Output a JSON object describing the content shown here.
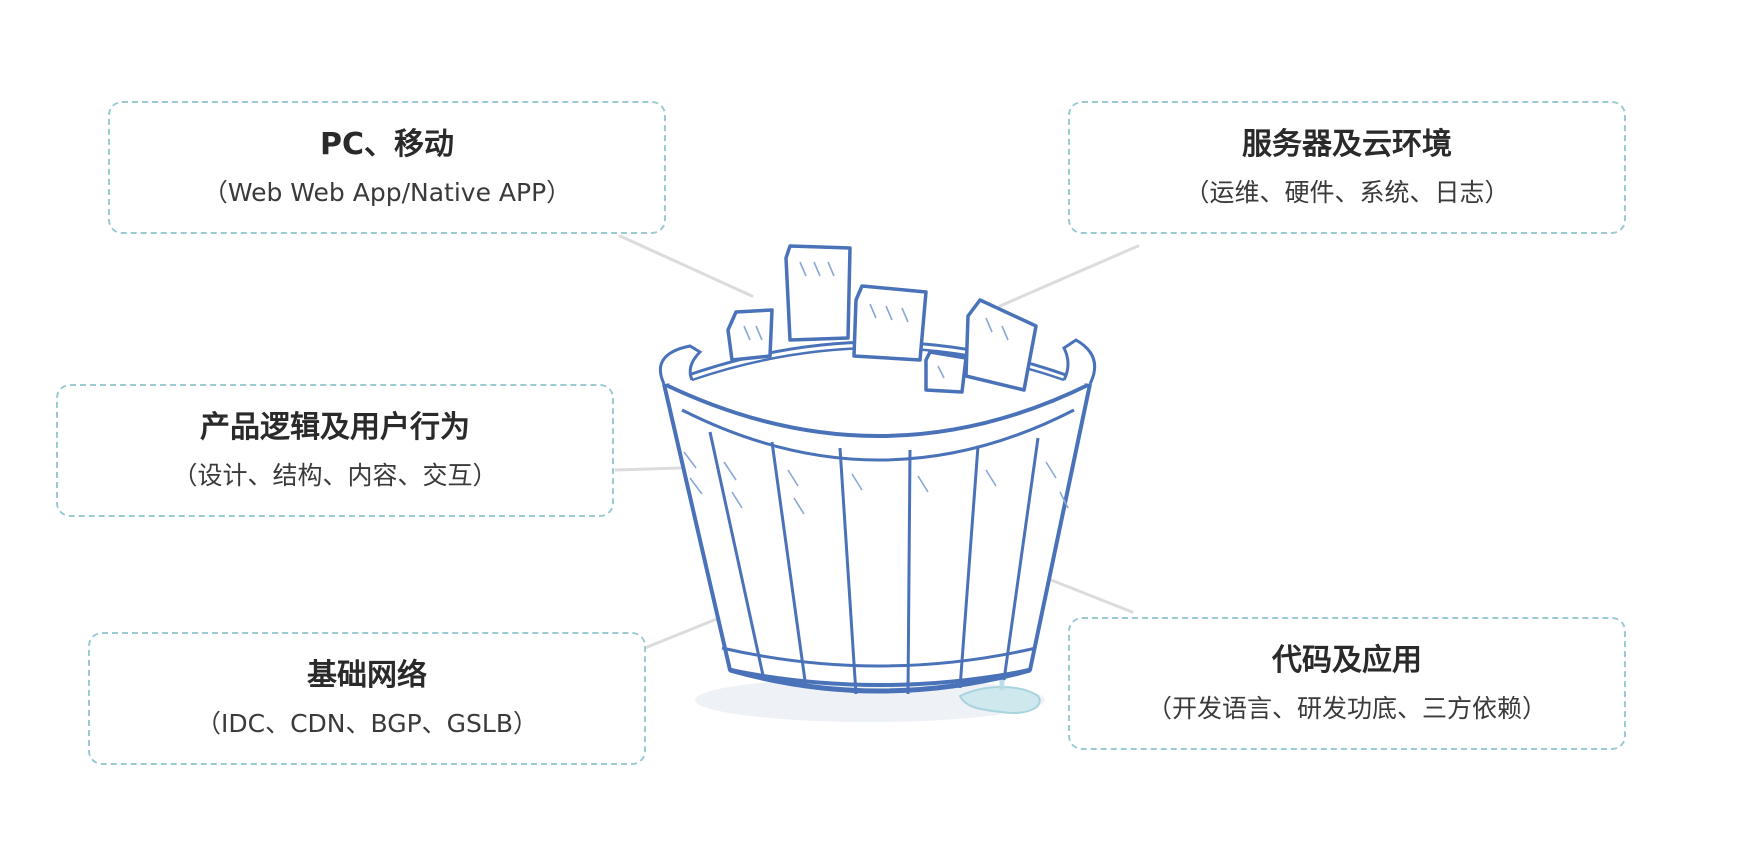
{
  "labels": [
    {
      "id": "top_left",
      "title": "PC、移动",
      "subtitle": "（Web  Web App/Native APP）"
    },
    {
      "id": "top_right",
      "title": "服务器及云环境",
      "subtitle": "（运维、硬件、系统、日志）"
    },
    {
      "id": "mid_left",
      "title": "产品逻辑及用户行为",
      "subtitle": "（设计、结构、内容、交互）"
    },
    {
      "id": "bottom_left",
      "title": "基础网络",
      "subtitle": "（IDC、CDN、BGP、GSLB）"
    },
    {
      "id": "bottom_right",
      "title": "代码及应用",
      "subtitle": "（开发语言、研发功底、三方依赖）"
    }
  ],
  "colors": {
    "box_border": "#9ccad2",
    "bucket_stroke": "#4a72b8",
    "bucket_hatch": "#8aa6d6",
    "water": "#b9dde6",
    "connector": "#dcdcdc"
  },
  "illustration": "wooden-bucket-with-uneven-staves"
}
